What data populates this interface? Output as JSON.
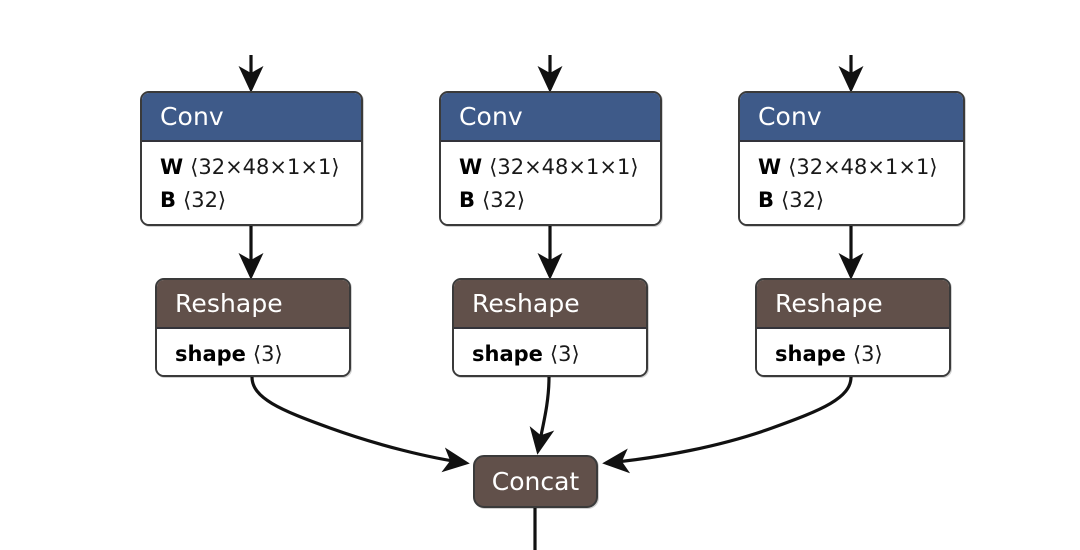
{
  "diagram": {
    "title": "Neural network graph: three parallel Conv -> Reshape branches merging into Concat",
    "background_color": "#ffffff",
    "edge_color": "#111111",
    "node_border_color": "#3a3a3a",
    "colors": {
      "conv_header": "#3e5a89",
      "reshape_header": "#61504a",
      "concat_fill": "#61504a",
      "body_fill": "#ffffff",
      "header_text": "#ffffff",
      "body_text": "#000000"
    }
  },
  "branches": [
    {
      "id": "branch-1",
      "conv": {
        "title": "Conv",
        "attrs": [
          {
            "key": "W",
            "value": "⟨32×48×1×1⟩"
          },
          {
            "key": "B",
            "value": "⟨32⟩"
          }
        ]
      },
      "reshape": {
        "title": "Reshape",
        "attrs": [
          {
            "key": "shape",
            "value": "⟨3⟩"
          }
        ]
      }
    },
    {
      "id": "branch-2",
      "conv": {
        "title": "Conv",
        "attrs": [
          {
            "key": "W",
            "value": "⟨32×48×1×1⟩"
          },
          {
            "key": "B",
            "value": "⟨32⟩"
          }
        ]
      },
      "reshape": {
        "title": "Reshape",
        "attrs": [
          {
            "key": "shape",
            "value": "⟨3⟩"
          }
        ]
      }
    },
    {
      "id": "branch-3",
      "conv": {
        "title": "Conv",
        "attrs": [
          {
            "key": "W",
            "value": "⟨32×48×1×1⟩"
          },
          {
            "key": "B",
            "value": "⟨32⟩"
          }
        ]
      },
      "reshape": {
        "title": "Reshape",
        "attrs": [
          {
            "key": "shape",
            "value": "⟨3⟩"
          }
        ]
      }
    }
  ],
  "concat": {
    "title": "Concat"
  },
  "edges": [
    {
      "name": "input-to-conv-1",
      "kind": "straight-arrow"
    },
    {
      "name": "input-to-conv-2",
      "kind": "straight-arrow"
    },
    {
      "name": "input-to-conv-3",
      "kind": "straight-arrow"
    },
    {
      "name": "conv-1-to-reshape-1",
      "kind": "straight-arrow"
    },
    {
      "name": "conv-2-to-reshape-2",
      "kind": "straight-arrow"
    },
    {
      "name": "conv-3-to-reshape-3",
      "kind": "straight-arrow"
    },
    {
      "name": "reshape-1-to-concat",
      "kind": "curved-arrow"
    },
    {
      "name": "reshape-2-to-concat",
      "kind": "curved-arrow"
    },
    {
      "name": "reshape-3-to-concat",
      "kind": "curved-arrow"
    },
    {
      "name": "concat-output",
      "kind": "plain-line"
    }
  ]
}
